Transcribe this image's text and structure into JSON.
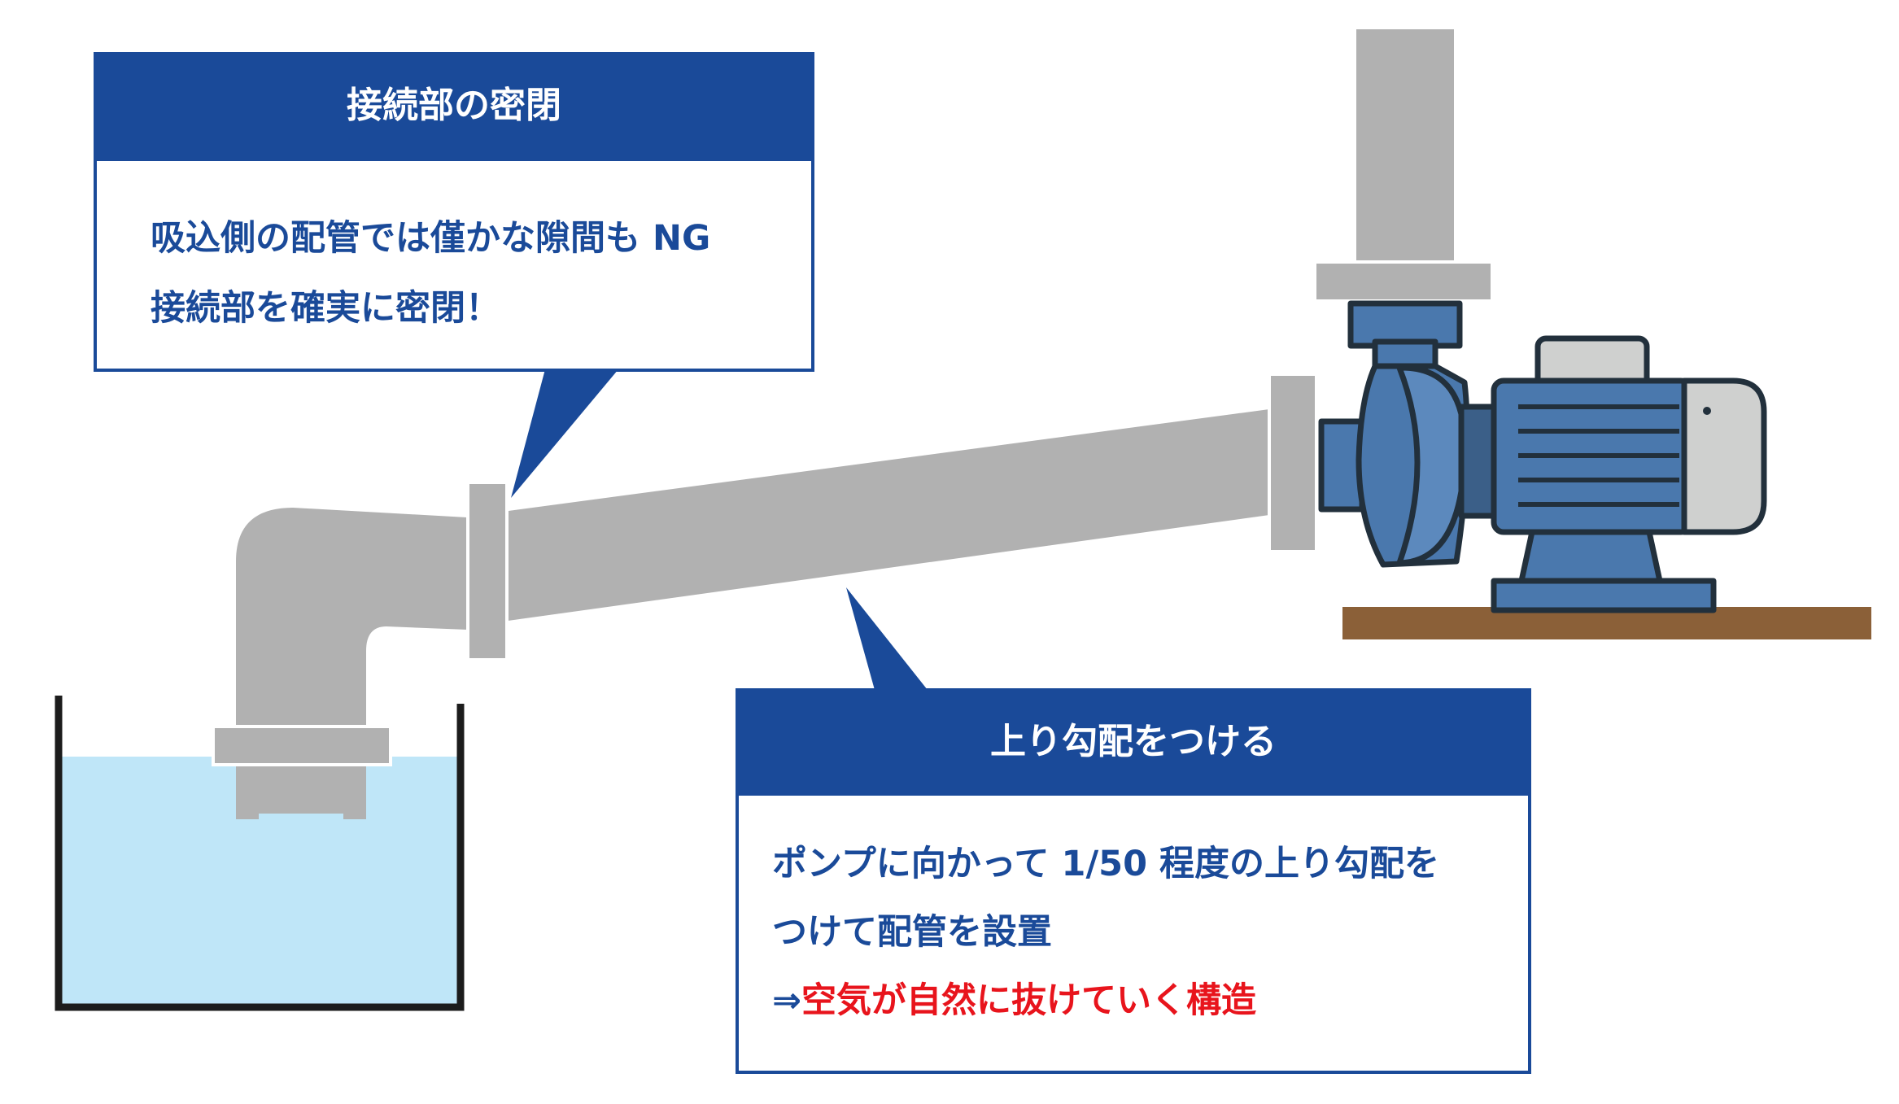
{
  "callouts": {
    "sealing": {
      "title": "接続部の密閉",
      "line1": "吸込側の配管では僅かな隙間も NG",
      "line2": "接続部を確実に密閉！"
    },
    "slope": {
      "title": "上り勾配をつける",
      "line1": "ポンプに向かって 1/50 程度の上り勾配を",
      "line2": "つけて配管を設置",
      "arrow": "⇒",
      "line3": "空気が自然に抜けていく構造"
    }
  },
  "colors": {
    "callout_blue": "#1a4a99",
    "emphasis_red": "#e8141c",
    "pipe_gray": "#b1b1b1",
    "water_blue": "#bfe6f8",
    "pump_blue": "#4a78ad",
    "motor_gray": "#cfd0cf",
    "floor_brown": "#8b6038",
    "outline_dark": "#22303c"
  }
}
